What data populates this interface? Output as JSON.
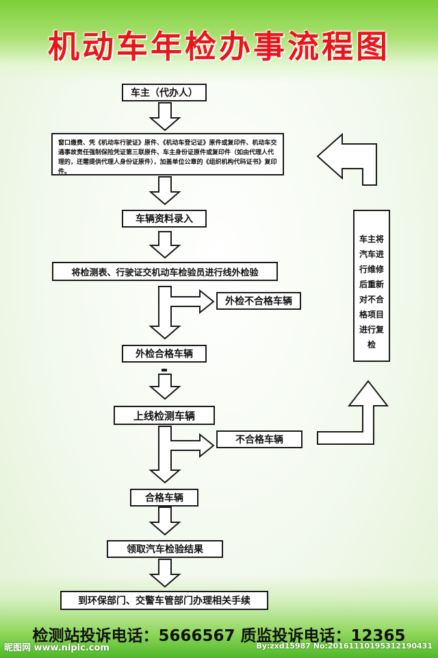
{
  "title": "机动车年检办事流程图",
  "steps": {
    "owner": "车主（代办人）",
    "documents": "窗口缴费、凭《机动车行驶证》原件、《机动车登记证》原件或复印件、机动车交通事故责任强制保险凭证第三联原件、车主身份证原件或复印件（如由代理人代理的，还需提供代理人身份证原件），加盖单位公章的《组织机构代码证书》复印件。",
    "data_entry": "车辆资料录入",
    "external_inspection": "将检测表、行驶证交机动车检验员进行线外检验",
    "external_fail": "外检不合格车辆",
    "external_pass": "外检合格车辆",
    "online_test": "上线检测车辆",
    "fail": "不合格车辆",
    "pass": "合格车辆",
    "get_result": "领取汽车检验结果",
    "final": "到环保部门、交警车管部门办理相关手续",
    "repair": "车主将汽车进行维修后重新对不合格项目进行复检"
  },
  "footer": "检测站投诉电话：5666567  质监投诉电话：12365",
  "watermark_left": "昵图网 www.nipic.com",
  "watermark_right": "By:zxd15987 No:20161110195312190431",
  "colors": {
    "title": "#e8161b",
    "green": "#7ccf3a",
    "border": "#1a1a1a"
  }
}
